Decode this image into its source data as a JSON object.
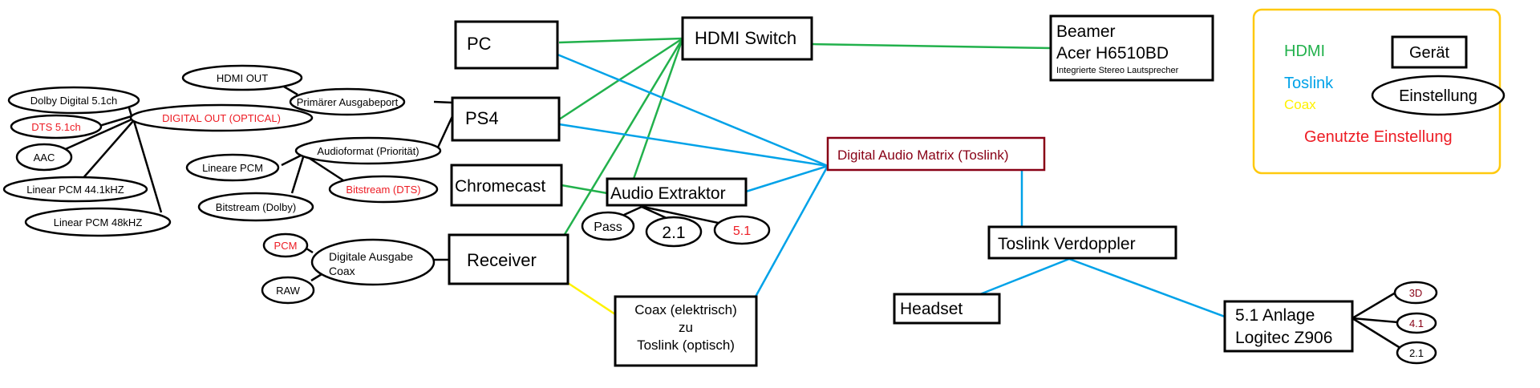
{
  "legend": {
    "hdmi": "HDMI",
    "toslink": "Toslink",
    "coax": "Coax",
    "device": "Gerät",
    "setting": "Einstellung",
    "used_setting": "Genutzte Einstellung"
  },
  "devices": {
    "pc": "PC",
    "ps4": "PS4",
    "chromecast": "Chromecast",
    "receiver": "Receiver",
    "hdmi_switch": "HDMI Switch",
    "audio_extraktor": "Audio Extraktor",
    "beamer": {
      "line1": "Beamer",
      "line2": "Acer H6510BD",
      "line3": "Integrierte Stereo Lautsprecher"
    },
    "matrix": "Digital Audio Matrix (Toslink)",
    "coax_converter": {
      "line1": "Coax (elektrisch)",
      "line2": "zu",
      "line3": "Toslink (optisch)"
    },
    "verdoppler": "Toslink Verdoppler",
    "headset": "Headset",
    "anlage": {
      "line1": "5.1 Anlage",
      "line2": "Logitec Z906"
    }
  },
  "settings": {
    "hdmi_out": "HDMI OUT",
    "primary_output": "Primärer Ausgabeport",
    "digital_out": "DIGITAL OUT (OPTICAL)",
    "dolby_digital": "Dolby Digital 5.1ch",
    "dts": "DTS 5.1ch",
    "aac": "AAC",
    "lpcm_441": "Linear PCM 44.1kHZ",
    "lpcm_48": "Linear PCM 48kHZ",
    "audioformat": "Audioformat (Priorität)",
    "lineare_pcm": "Lineare PCM",
    "bitstream_dts": "Bitstream (DTS)",
    "bitstream_dolby": "Bitstream (Dolby)",
    "pcm": "PCM",
    "raw": "RAW",
    "digitale_ausgabe": {
      "line1": "Digitale  Ausgabe",
      "line2": "Coax"
    },
    "pass": "Pass",
    "ex_21": "2.1",
    "ex_51": "5.1",
    "z_3d": "3D",
    "z_41": "4.1",
    "z_21": "2.1"
  },
  "colors": {
    "hdmi": "#22b14c",
    "toslink": "#00a2e8",
    "coax": "#fff200",
    "used": "#ed1c24",
    "matrix": "#880015",
    "legend_border": "#ffc90e",
    "line": "#000000"
  }
}
